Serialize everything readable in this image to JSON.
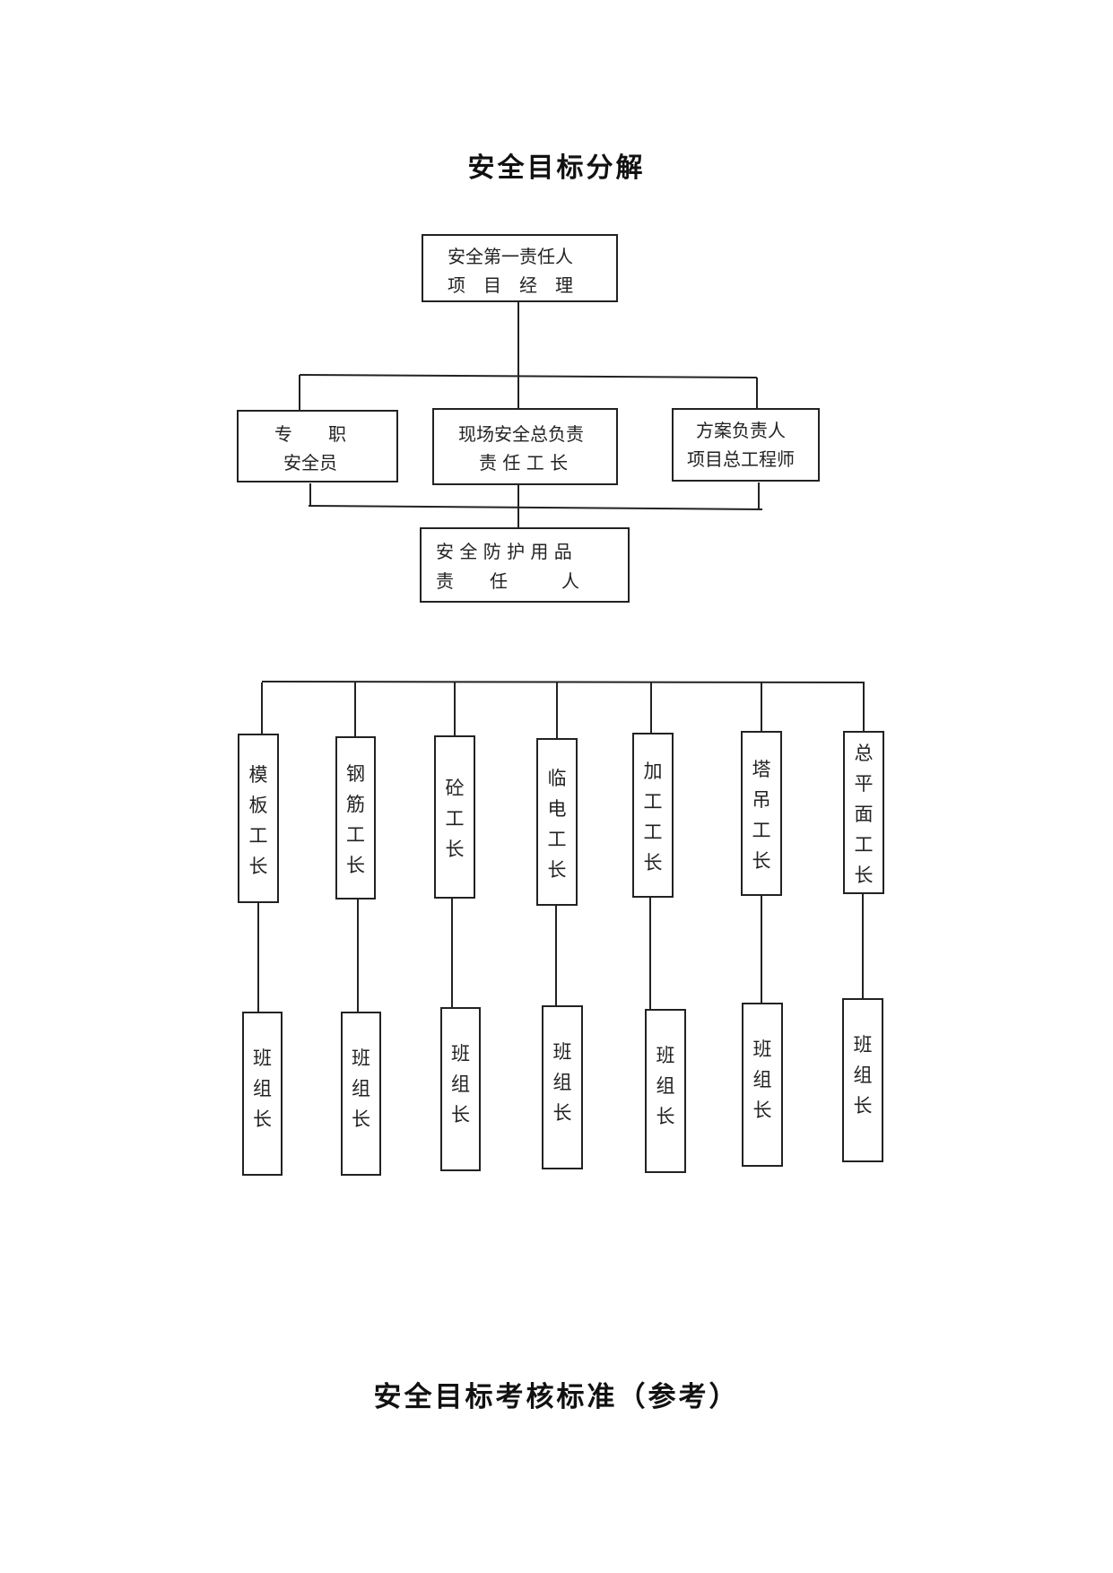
{
  "title": "安全目标分解",
  "footer_title": "安全目标考核标准（参考）",
  "top": {
    "manager": {
      "line1": "安全第一责任人",
      "line2": "项　目　经　理"
    },
    "safety_officer": {
      "line1": "专　　职",
      "line2": "安全员"
    },
    "site_chief": {
      "line1": "现场安全总负责",
      "line2": "责 任 工 长"
    },
    "chief_engineer": {
      "line1": "方案负责人",
      "line2": "项目总工程师"
    },
    "ppe": {
      "line1": "安 全 防 护 用 品",
      "line2": "责　　任　　　人"
    }
  },
  "foremen": [
    {
      "label": "模板工长"
    },
    {
      "label": "钢筋工长"
    },
    {
      "label": "砼工长"
    },
    {
      "label": "临电工长"
    },
    {
      "label": "加工工长"
    },
    {
      "label": "塔吊工长"
    },
    {
      "label": "总平面工长"
    }
  ],
  "team_leader_label": "班组长"
}
